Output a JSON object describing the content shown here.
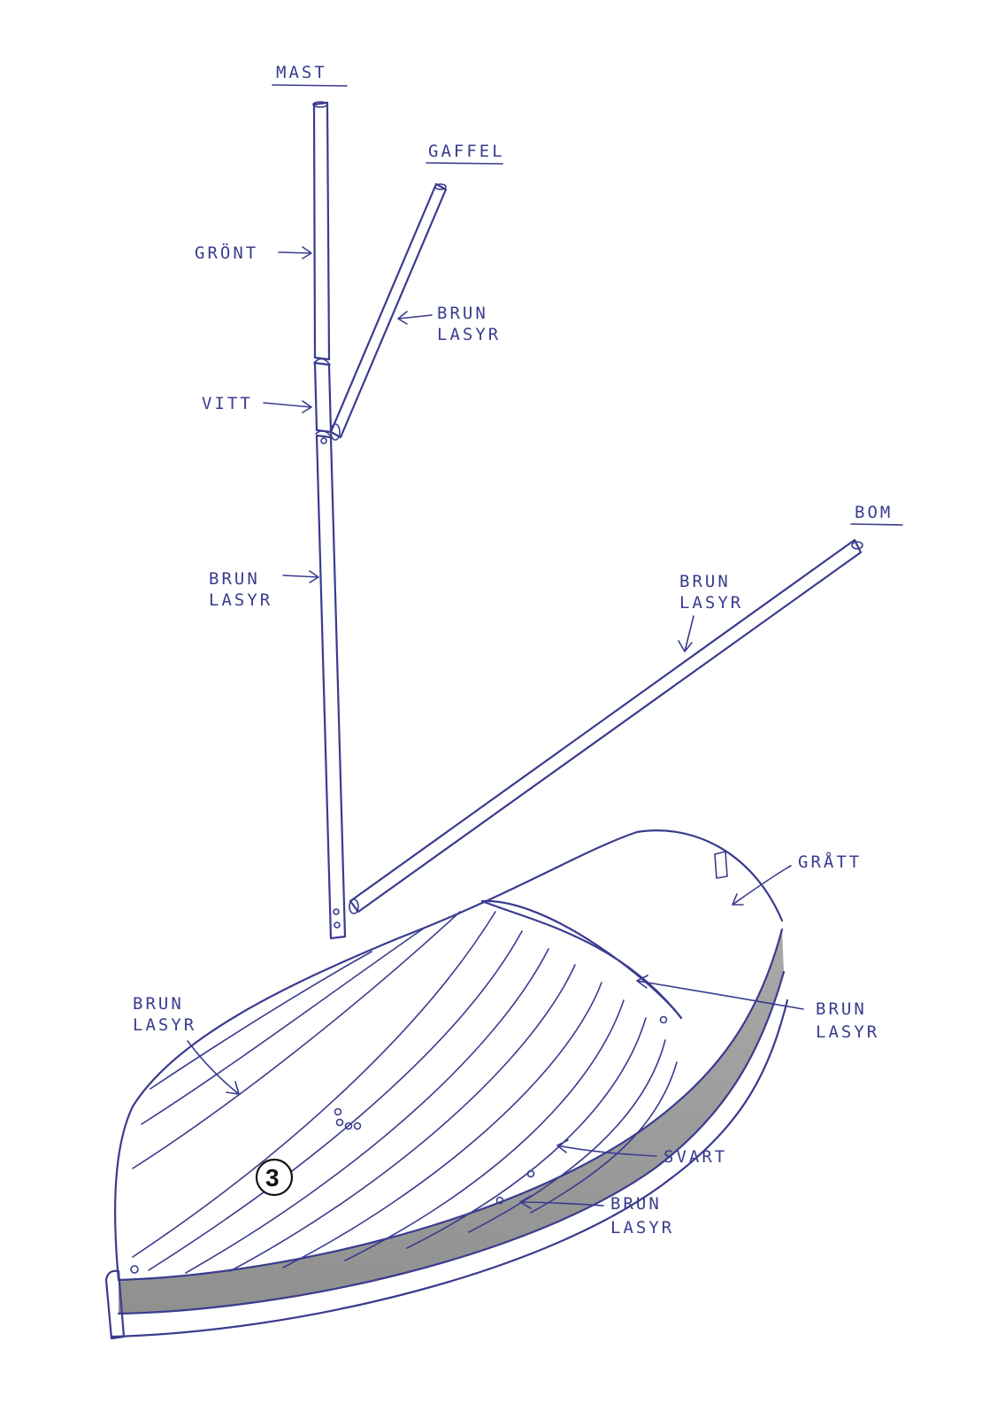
{
  "parts": {
    "mast": "MAST",
    "gaffel": "GAFFEL",
    "bom": "BOM"
  },
  "labels": {
    "mast_top": "GRÖNT",
    "mast_mid": "VITT",
    "mast_low_1": "BRUN",
    "mast_low_2": "LASYR",
    "gaffel_1": "BRUN",
    "gaffel_2": "LASYR",
    "bom_1": "BRUN",
    "bom_2": "LASYR",
    "deck_1": "BRUN",
    "deck_2": "LASYR",
    "cockpit": "GRÅTT",
    "hatch_1": "BRUN",
    "hatch_2": "LASYR",
    "hull": "SVART",
    "rail_1": "BRUN",
    "rail_2": "LASYR"
  },
  "step_number": "3",
  "colors": {
    "ink": "#3a3c8f",
    "hull_shade": "#8a8a8a"
  }
}
